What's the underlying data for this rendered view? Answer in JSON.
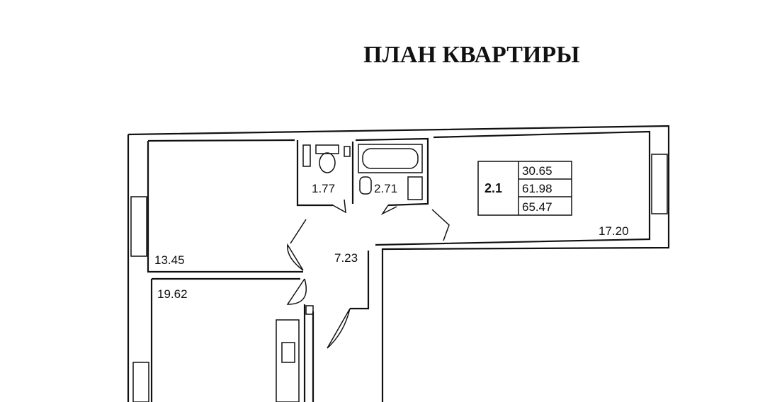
{
  "title": "ПЛАН КВАРТИРЫ",
  "apartment": {
    "code": "2.1",
    "areas": [
      "30.65",
      "61.98",
      "65.47"
    ]
  },
  "rooms": {
    "room_left_top": "13.45",
    "room_left_bottom": "19.62",
    "wc": "1.77",
    "bathroom": "2.71",
    "hall": "7.23",
    "room_right": "17.20"
  }
}
